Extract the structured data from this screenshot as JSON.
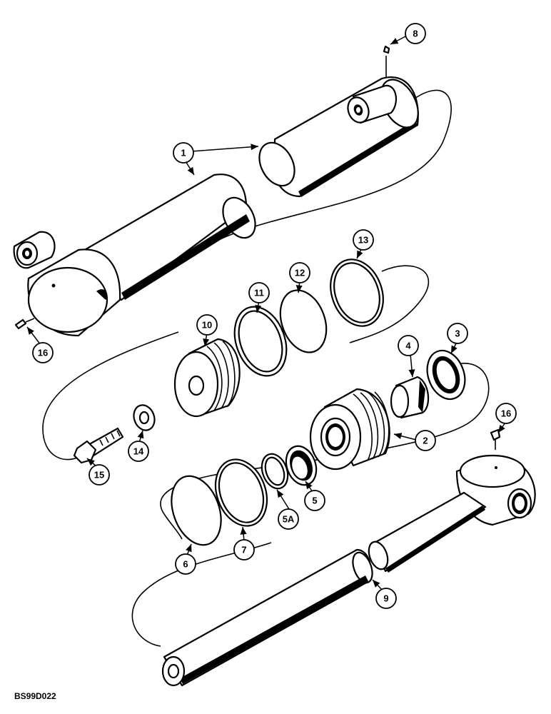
{
  "figure_code": "BS99D022",
  "callouts": {
    "c1": "1",
    "c2": "2",
    "c3": "3",
    "c4": "4",
    "c5": "5",
    "c5a": "5A",
    "c6": "6",
    "c7": "7",
    "c8": "8",
    "c9": "9",
    "c10": "10",
    "c11": "11",
    "c12": "12",
    "c13": "13",
    "c14": "14",
    "c15": "15",
    "c16a": "16",
    "c16b": "16"
  }
}
